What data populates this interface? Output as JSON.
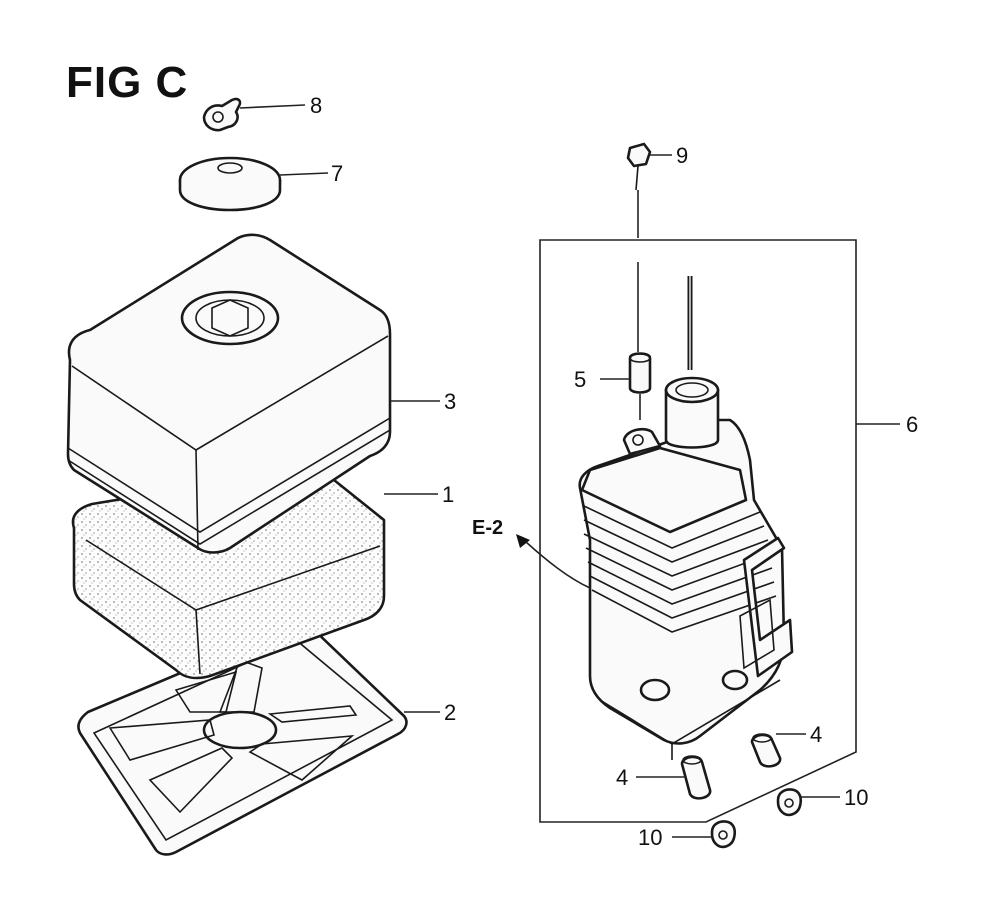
{
  "figure": {
    "title": "FIG C"
  },
  "callouts": [
    {
      "id": "8",
      "label": "8"
    },
    {
      "id": "7",
      "label": "7"
    },
    {
      "id": "9",
      "label": "9"
    },
    {
      "id": "3",
      "label": "3"
    },
    {
      "id": "5",
      "label": "5"
    },
    {
      "id": "6",
      "label": "6"
    },
    {
      "id": "1",
      "label": "1"
    },
    {
      "id": "2",
      "label": "2"
    },
    {
      "id": "4a",
      "label": "4"
    },
    {
      "id": "4b",
      "label": "4"
    },
    {
      "id": "10a",
      "label": "10"
    },
    {
      "id": "10b",
      "label": "10"
    }
  ],
  "reference": {
    "label": "E-2"
  }
}
